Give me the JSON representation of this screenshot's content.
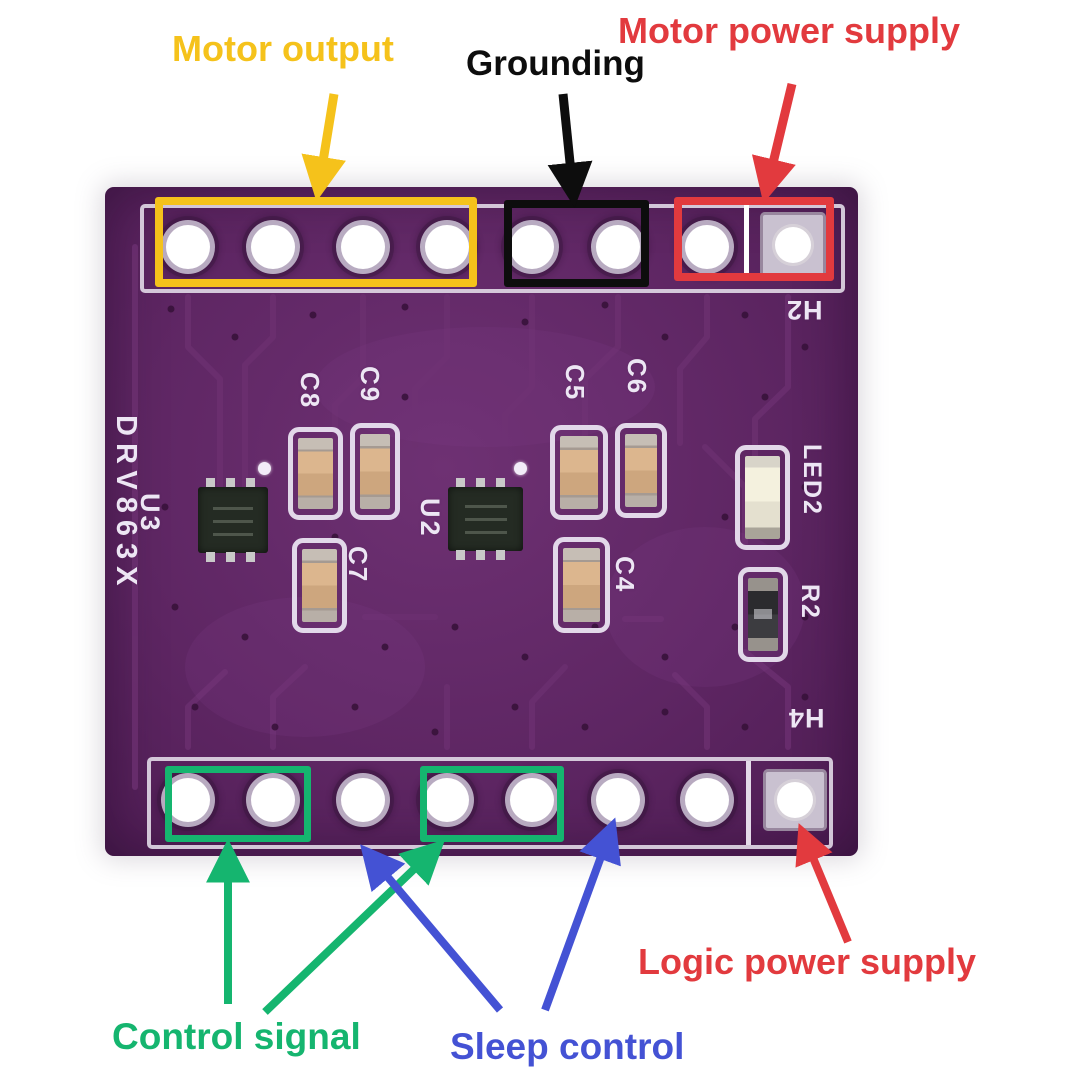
{
  "annotations": {
    "motor_output": {
      "label": "Motor output",
      "color": "#F5C21B"
    },
    "grounding": {
      "label": "Grounding",
      "color": "#0D0D0D"
    },
    "motor_power_supply": {
      "label": "Motor power supply",
      "color": "#E23A3E"
    },
    "control_signal": {
      "label": "Control signal",
      "color": "#15B56F"
    },
    "sleep_control": {
      "label": "Sleep control",
      "color": "#4452D4"
    },
    "logic_power_supply": {
      "label": "Logic power supply",
      "color": "#E23A3E"
    }
  },
  "board": {
    "part_marking": "DRV863X",
    "refs": {
      "u3": "U3",
      "u2": "U2",
      "c8": "C8",
      "c9": "C9",
      "c7": "C7",
      "c5": "C5",
      "c6": "C6",
      "c4": "C4",
      "led2": "LED2",
      "r2": "R2",
      "header_top": "H2",
      "header_bottom": "H4"
    },
    "colors": {
      "pcb": "#5E2663",
      "silkscreen": "#EDE6F4"
    }
  }
}
